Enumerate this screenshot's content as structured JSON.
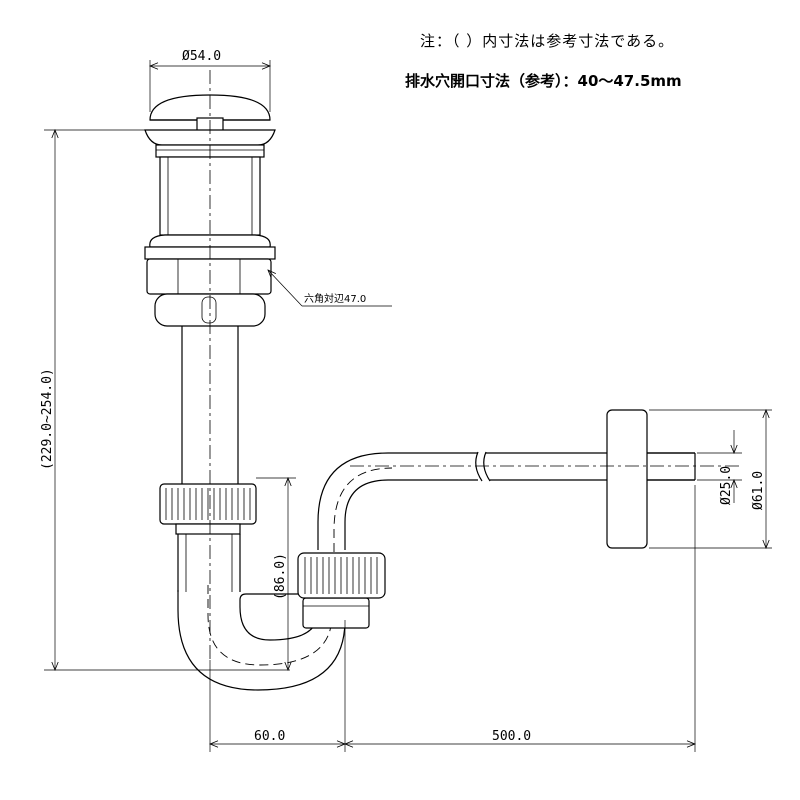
{
  "notes": {
    "reference_note": "注：（ ）内寸法は参考寸法である。",
    "drain_hole": "排水穴開口寸法（参考）：40〜47.5mm"
  },
  "dimensions": {
    "flange_diameter": "Ø54.0",
    "hex_label": "六角対辺47.0",
    "total_height": "(229.0~254.0)",
    "trap_height": "(86.0)",
    "pipe_diameter": "Ø25.0",
    "wall_flange_diameter": "Ø61.0",
    "trap_width": "60.0",
    "horizontal_length": "500.0"
  }
}
